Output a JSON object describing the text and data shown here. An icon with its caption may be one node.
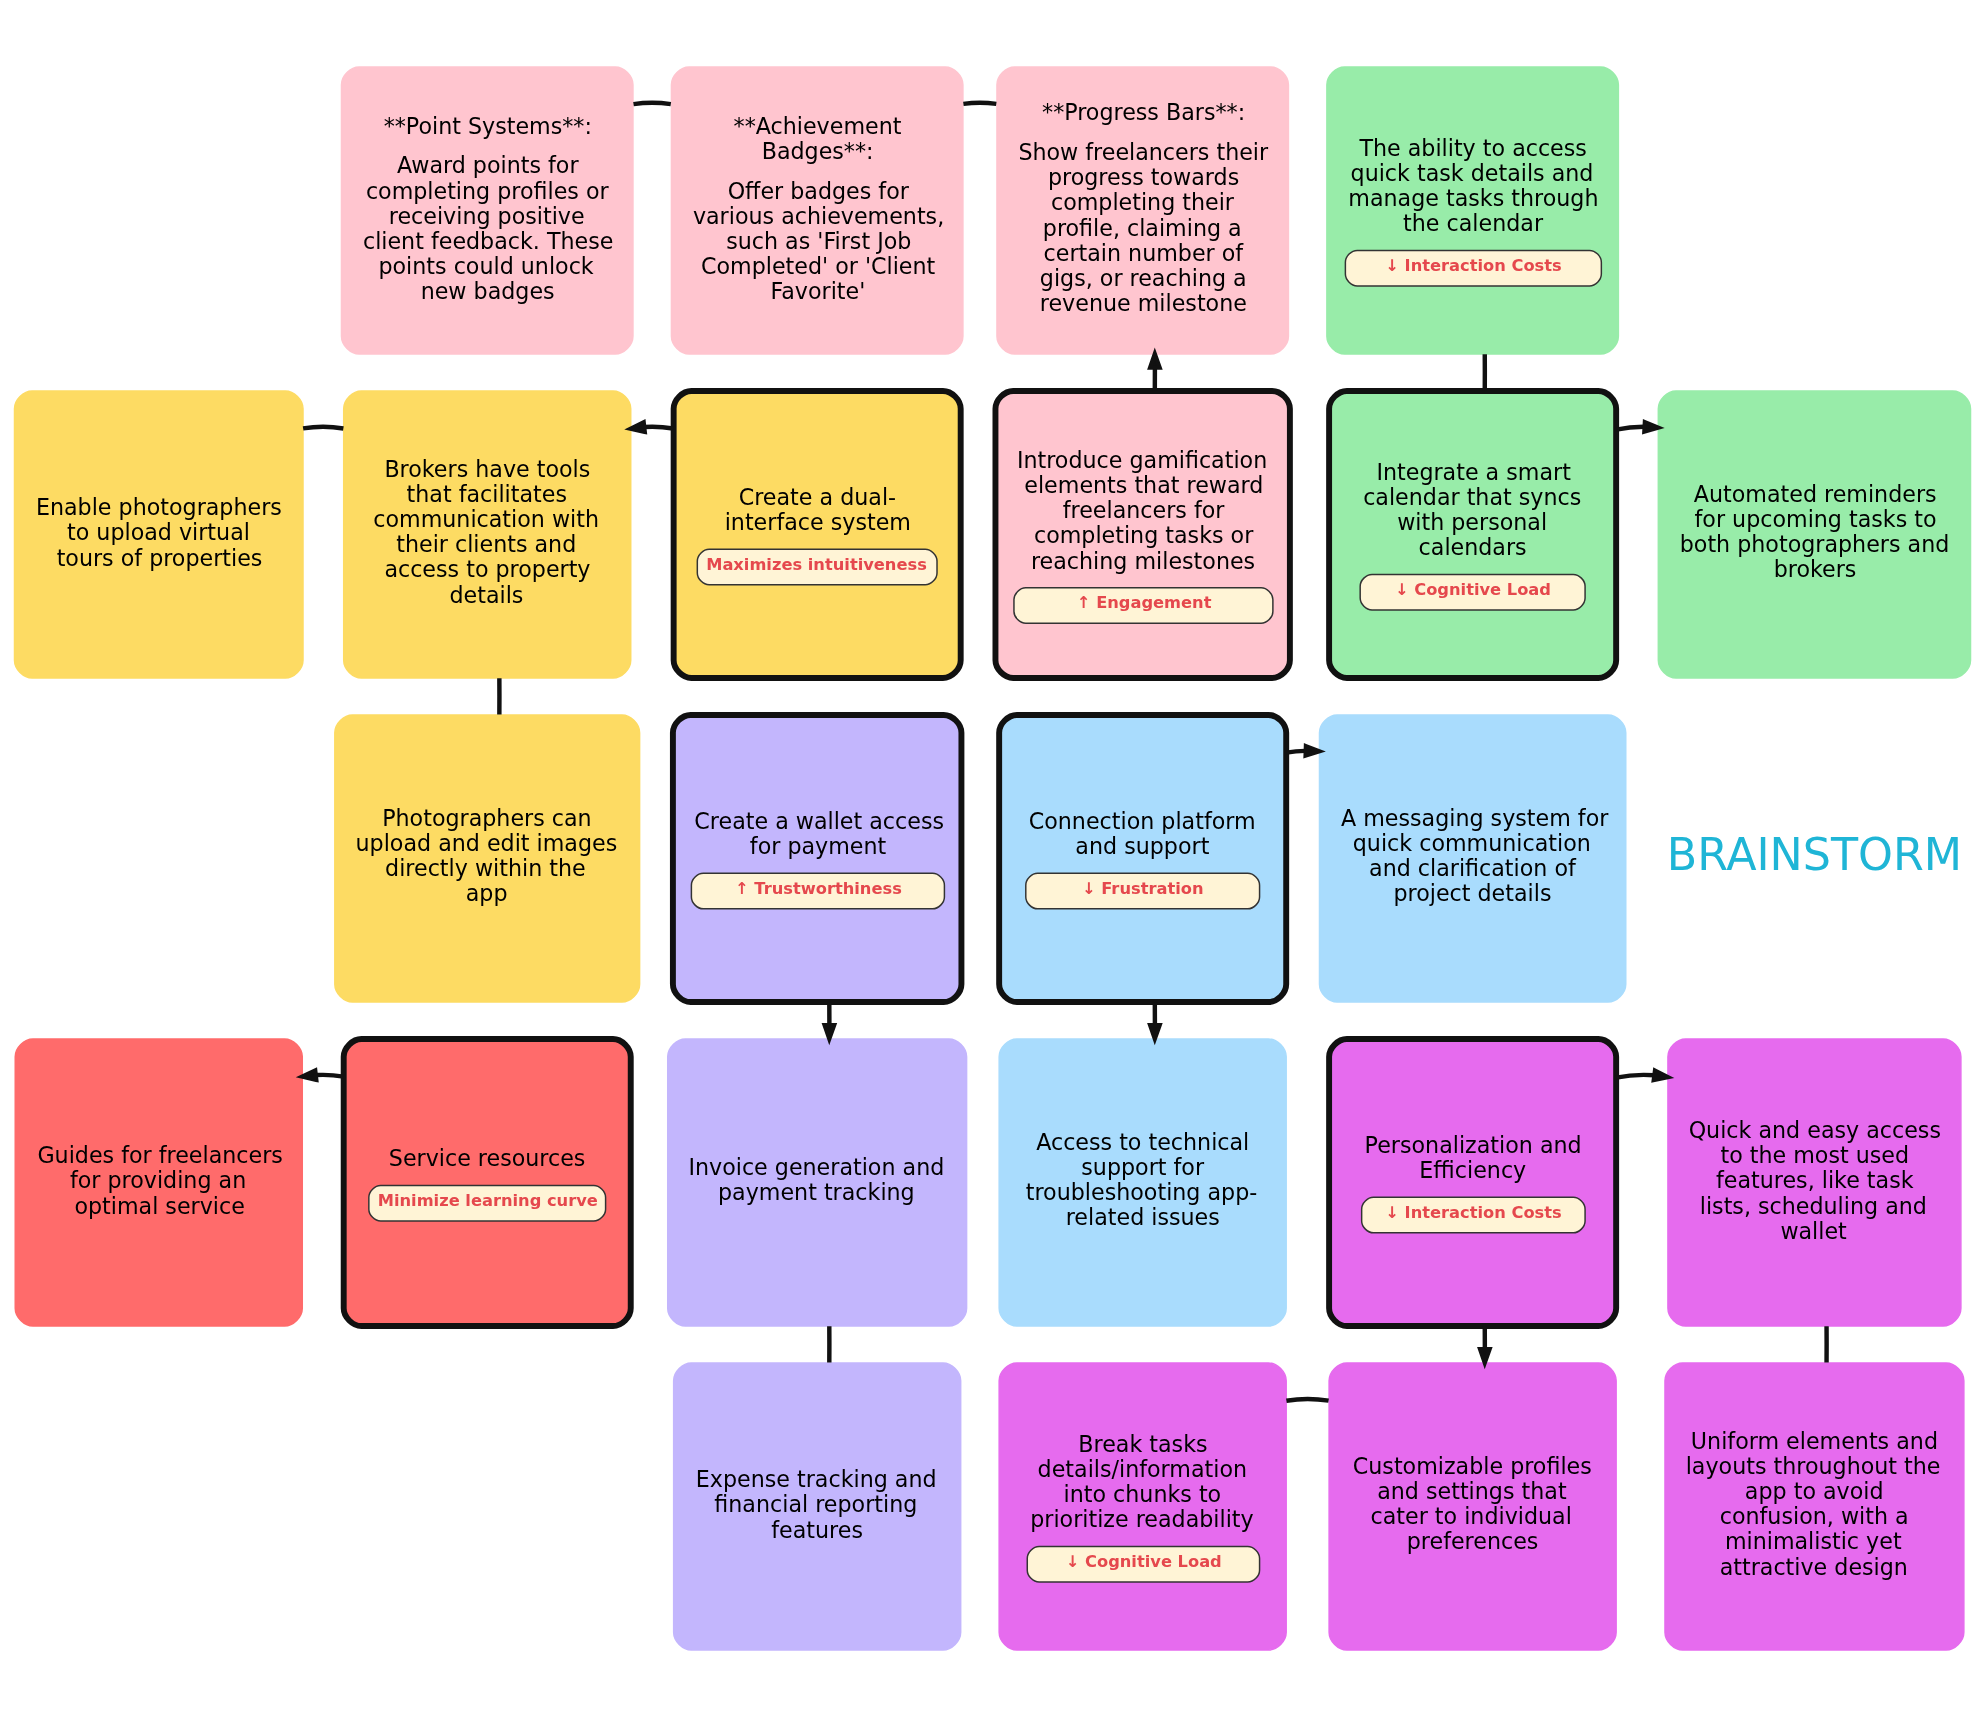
{
  "diagram": {
    "nodes": [
      {
        "text": [
          "**Point Systems**:",
          "Award points for completing profiles or receiving positive client feedback. These points could unlock new badges"
        ]
      },
      {
        "text": [
          "**Achievement Badges**:",
          "Offer badges for various achievements, such as 'First Job Completed' or 'Client Favorite'"
        ]
      },
      {
        "text": [
          "**Progress Bars**:",
          "Show freelancers their progress towards completing their profile, claiming a certain number of gigs, or reaching a revenue milestone"
        ]
      },
      {
        "text": [
          "The ability to access quick task details and manage tasks through the calendar",
          "↓ Interaction Costs"
        ]
      },
      {
        "text": [
          "Enable photographers to upload virtual tours of properties"
        ]
      },
      {
        "text": [
          "Brokers have tools that facilitates communication with their clients and access to property details"
        ]
      },
      {
        "text": [
          "Create a dual-interface system",
          "Maximizes intuitiveness"
        ]
      },
      {
        "text": [
          "Introduce gamification elements that reward freelancers for completing tasks or reaching milestones",
          "↑ Engagement"
        ]
      },
      {
        "text": [
          "Integrate a smart calendar that syncs with personal calendars",
          "↓ Cognitive Load"
        ]
      },
      {
        "text": [
          "Automated reminders for upcoming tasks to both photographers and brokers"
        ]
      },
      {
        "text": [
          "Photographers can upload and edit images directly within the app"
        ]
      },
      {
        "text": [
          "Create a wallet access for payment",
          "↑ Trustworthiness"
        ]
      },
      {
        "text": [
          "Connection platform and support",
          "↓ Frustration"
        ]
      },
      {
        "text": [
          "A messaging system for quick communication and clarification of project details"
        ]
      },
      {
        "text": [
          "Guides for freelancers for providing an optimal service"
        ]
      },
      {
        "text": [
          "Service resources",
          "Minimize learning curve"
        ]
      },
      {
        "text": [
          "Invoice generation and payment tracking"
        ]
      },
      {
        "text": [
          "Access to technical support for troubleshooting app-related issues"
        ]
      },
      {
        "text": [
          "Personalization and Efficiency",
          "↓ Interaction Costs"
        ]
      },
      {
        "text": [
          "Quick and easy access to the most used features, like task lists, scheduling and wallet"
        ]
      },
      {
        "text": [
          "Expense tracking and financial reporting features"
        ]
      },
      {
        "text": [
          "Break tasks details/information into chunks to prioritize readability",
          "↓ Cognitive Load"
        ]
      },
      {
        "text": [
          "Customizable profiles and settings that cater to individual preferences"
        ]
      },
      {
        "text": [
          "Uniform elements and layouts throughout the app to avoid confusion, with a minimalistic yet attractive design"
        ]
      }
    ],
    "edges": [
      {
        "from": 0,
        "to": 1,
        "arrow": "none"
      },
      {
        "from": 1,
        "to": 2,
        "arrow": "none"
      },
      {
        "from": 7,
        "to": 2,
        "arrow": "to"
      },
      {
        "from": 3,
        "to": 8,
        "arrow": "none"
      },
      {
        "from": 6,
        "to": 5,
        "arrow": "to"
      },
      {
        "from": 4,
        "to": 5,
        "arrow": "none"
      },
      {
        "from": 5,
        "to": 10,
        "arrow": "none"
      },
      {
        "from": 8,
        "to": 9,
        "arrow": "to"
      },
      {
        "from": 11,
        "to": 16,
        "arrow": "to"
      },
      {
        "from": 12,
        "to": 13,
        "arrow": "to"
      },
      {
        "from": 12,
        "to": 17,
        "arrow": "to"
      },
      {
        "from": 15,
        "to": 14,
        "arrow": "to"
      },
      {
        "from": 18,
        "to": 19,
        "arrow": "to"
      },
      {
        "from": 18,
        "to": 22,
        "arrow": "to"
      },
      {
        "from": 16,
        "to": 20,
        "arrow": "none"
      },
      {
        "from": 21,
        "to": 22,
        "arrow": "none"
      },
      {
        "from": 19,
        "to": 23,
        "arrow": "none"
      }
    ],
    "labels": [
      "BRAINSTORM"
    ]
  }
}
